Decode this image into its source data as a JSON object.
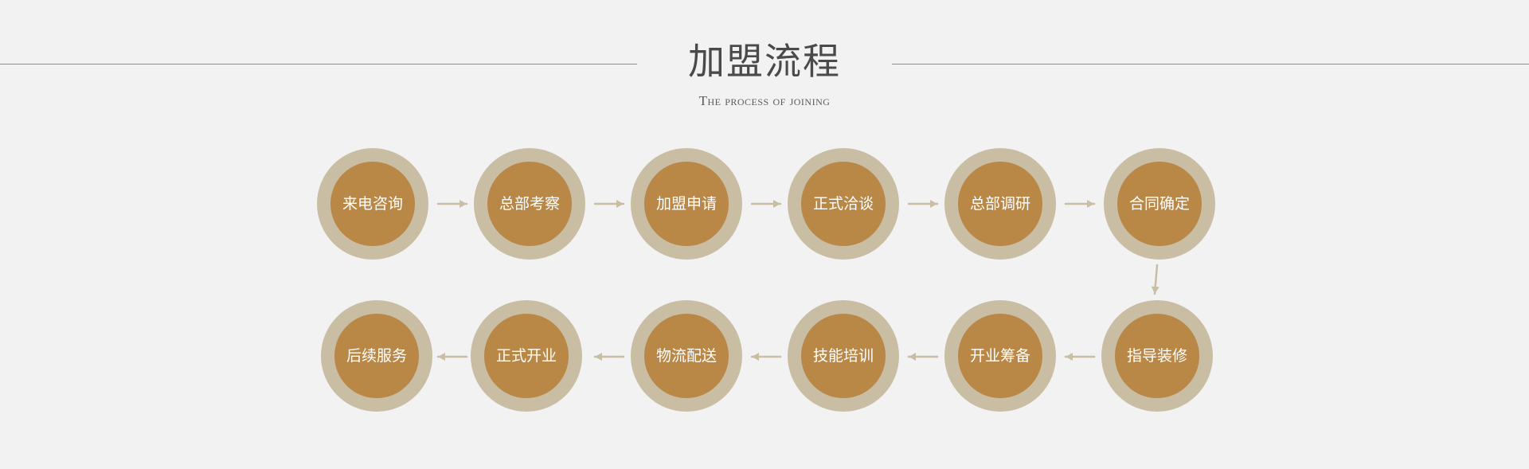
{
  "header": {
    "title": "加盟流程",
    "subtitle": "The process of joining"
  },
  "flow": {
    "steps": [
      {
        "label": "来电咨询"
      },
      {
        "label": "总部考察"
      },
      {
        "label": "加盟申请"
      },
      {
        "label": "正式洽谈"
      },
      {
        "label": "总部调研"
      },
      {
        "label": "合同确定"
      },
      {
        "label": "指导装修"
      },
      {
        "label": "开业筹备"
      },
      {
        "label": "技能培训"
      },
      {
        "label": "物流配送"
      },
      {
        "label": "正式开业"
      },
      {
        "label": "后续服务"
      }
    ]
  },
  "colors": {
    "background": "#f2f2f2",
    "ring": "#c9bda3",
    "core": "#b98746",
    "arrow": "#c9bda3",
    "rule": "#8d8d8d",
    "title": "#4a4a4a"
  }
}
